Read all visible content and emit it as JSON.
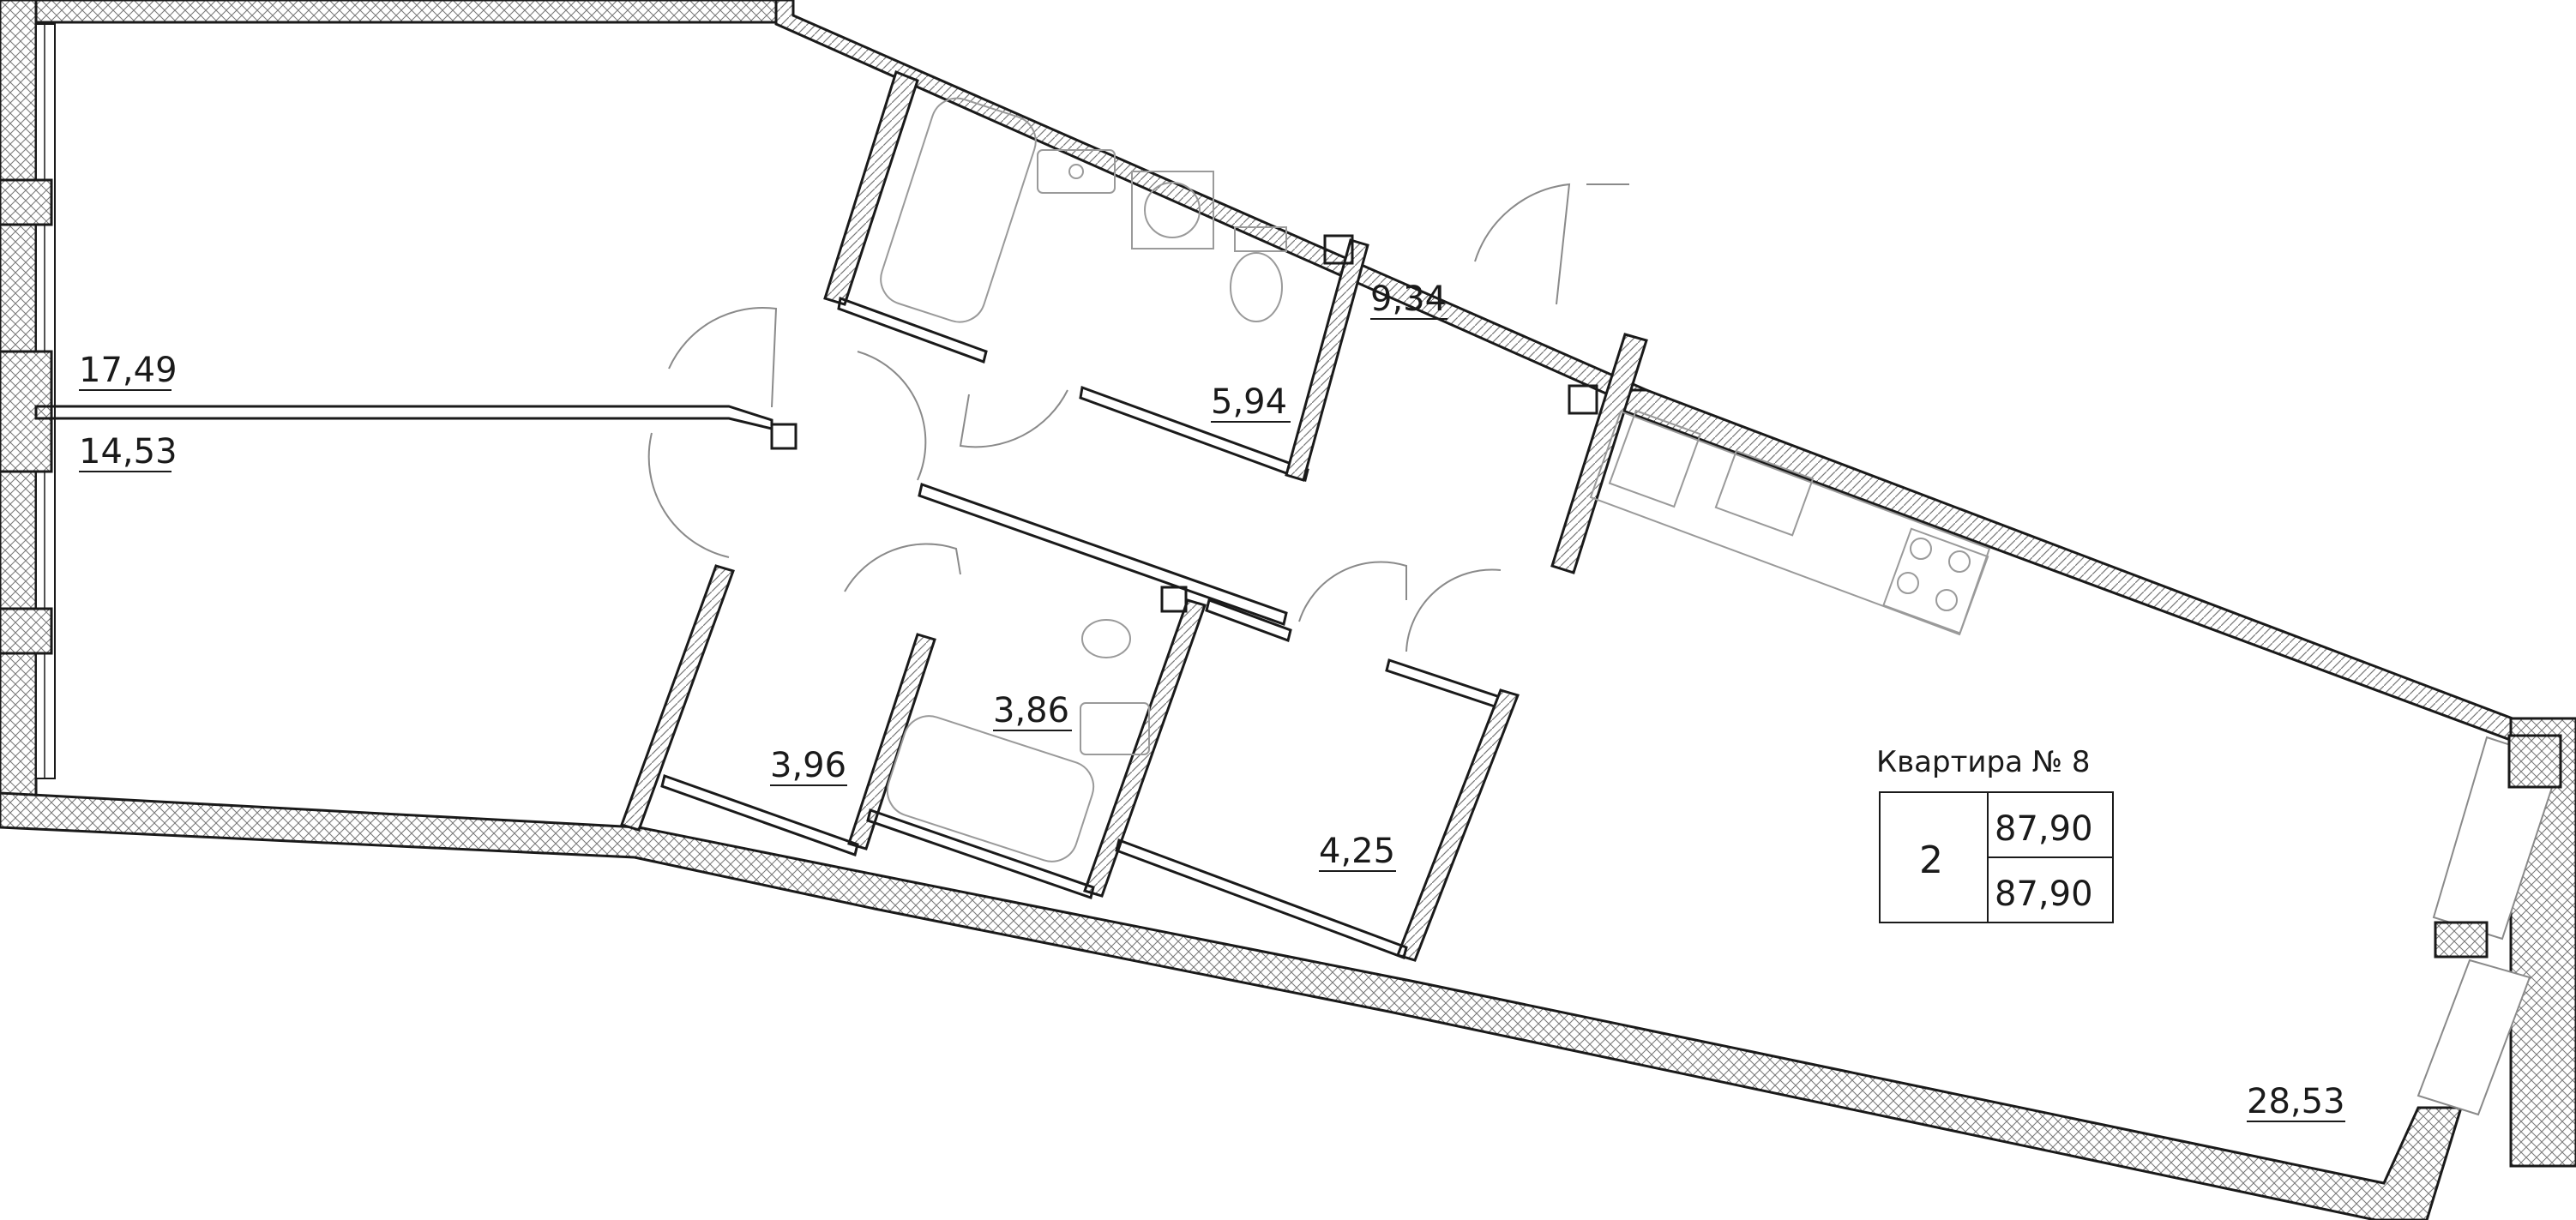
{
  "apartment": {
    "title": "Квартира № 8",
    "rooms_count": "2",
    "area_total": "87,90",
    "area_living": "87,90"
  },
  "room_areas": {
    "room_top_left": "17,49",
    "room_bottom_left": "14,53",
    "bathroom_upper": "5,94",
    "hall": "9,34",
    "corridor": "3,96",
    "bathroom_lower": "3,86",
    "storage": "4,25",
    "kitchen_living": "28,53"
  }
}
